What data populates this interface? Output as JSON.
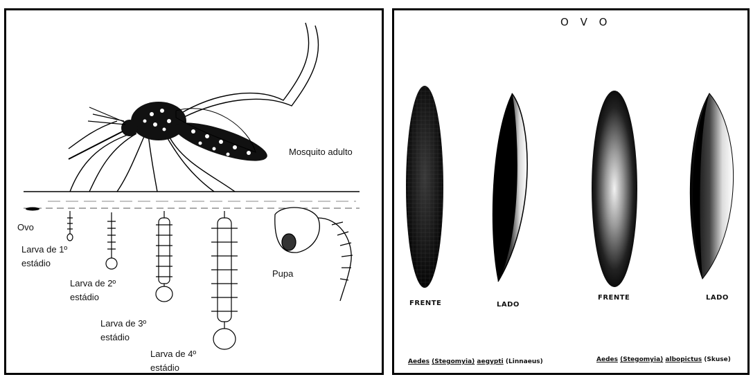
{
  "left": {
    "labels": {
      "adult": "Mosquito adulto",
      "egg": "Ovo",
      "larva1_line1": "Larva de 1º",
      "larva1_line2": "estádio",
      "larva2_line1": "Larva de 2º",
      "larva2_line2": "estádio",
      "larva3_line1": "Larva de 3º",
      "larva3_line2": "estádio",
      "larva4_line1": "Larva de 4º",
      "larva4_line2": "estádio",
      "pupa": "Pupa"
    }
  },
  "right": {
    "title": "O V O",
    "views": {
      "front1": "FRENTE",
      "side1": "LADO",
      "front2": "FRENTE",
      "side2": "LADO"
    },
    "species1": {
      "genus": "Aedes",
      "subgenus": "(Stegomyia)",
      "epithet": "aegypti",
      "author": "(Linnaeus)"
    },
    "species2": {
      "genus": "Aedes",
      "subgenus": "(Stegomyia)",
      "epithet": "albopictus",
      "author": "(Skuse)"
    }
  }
}
